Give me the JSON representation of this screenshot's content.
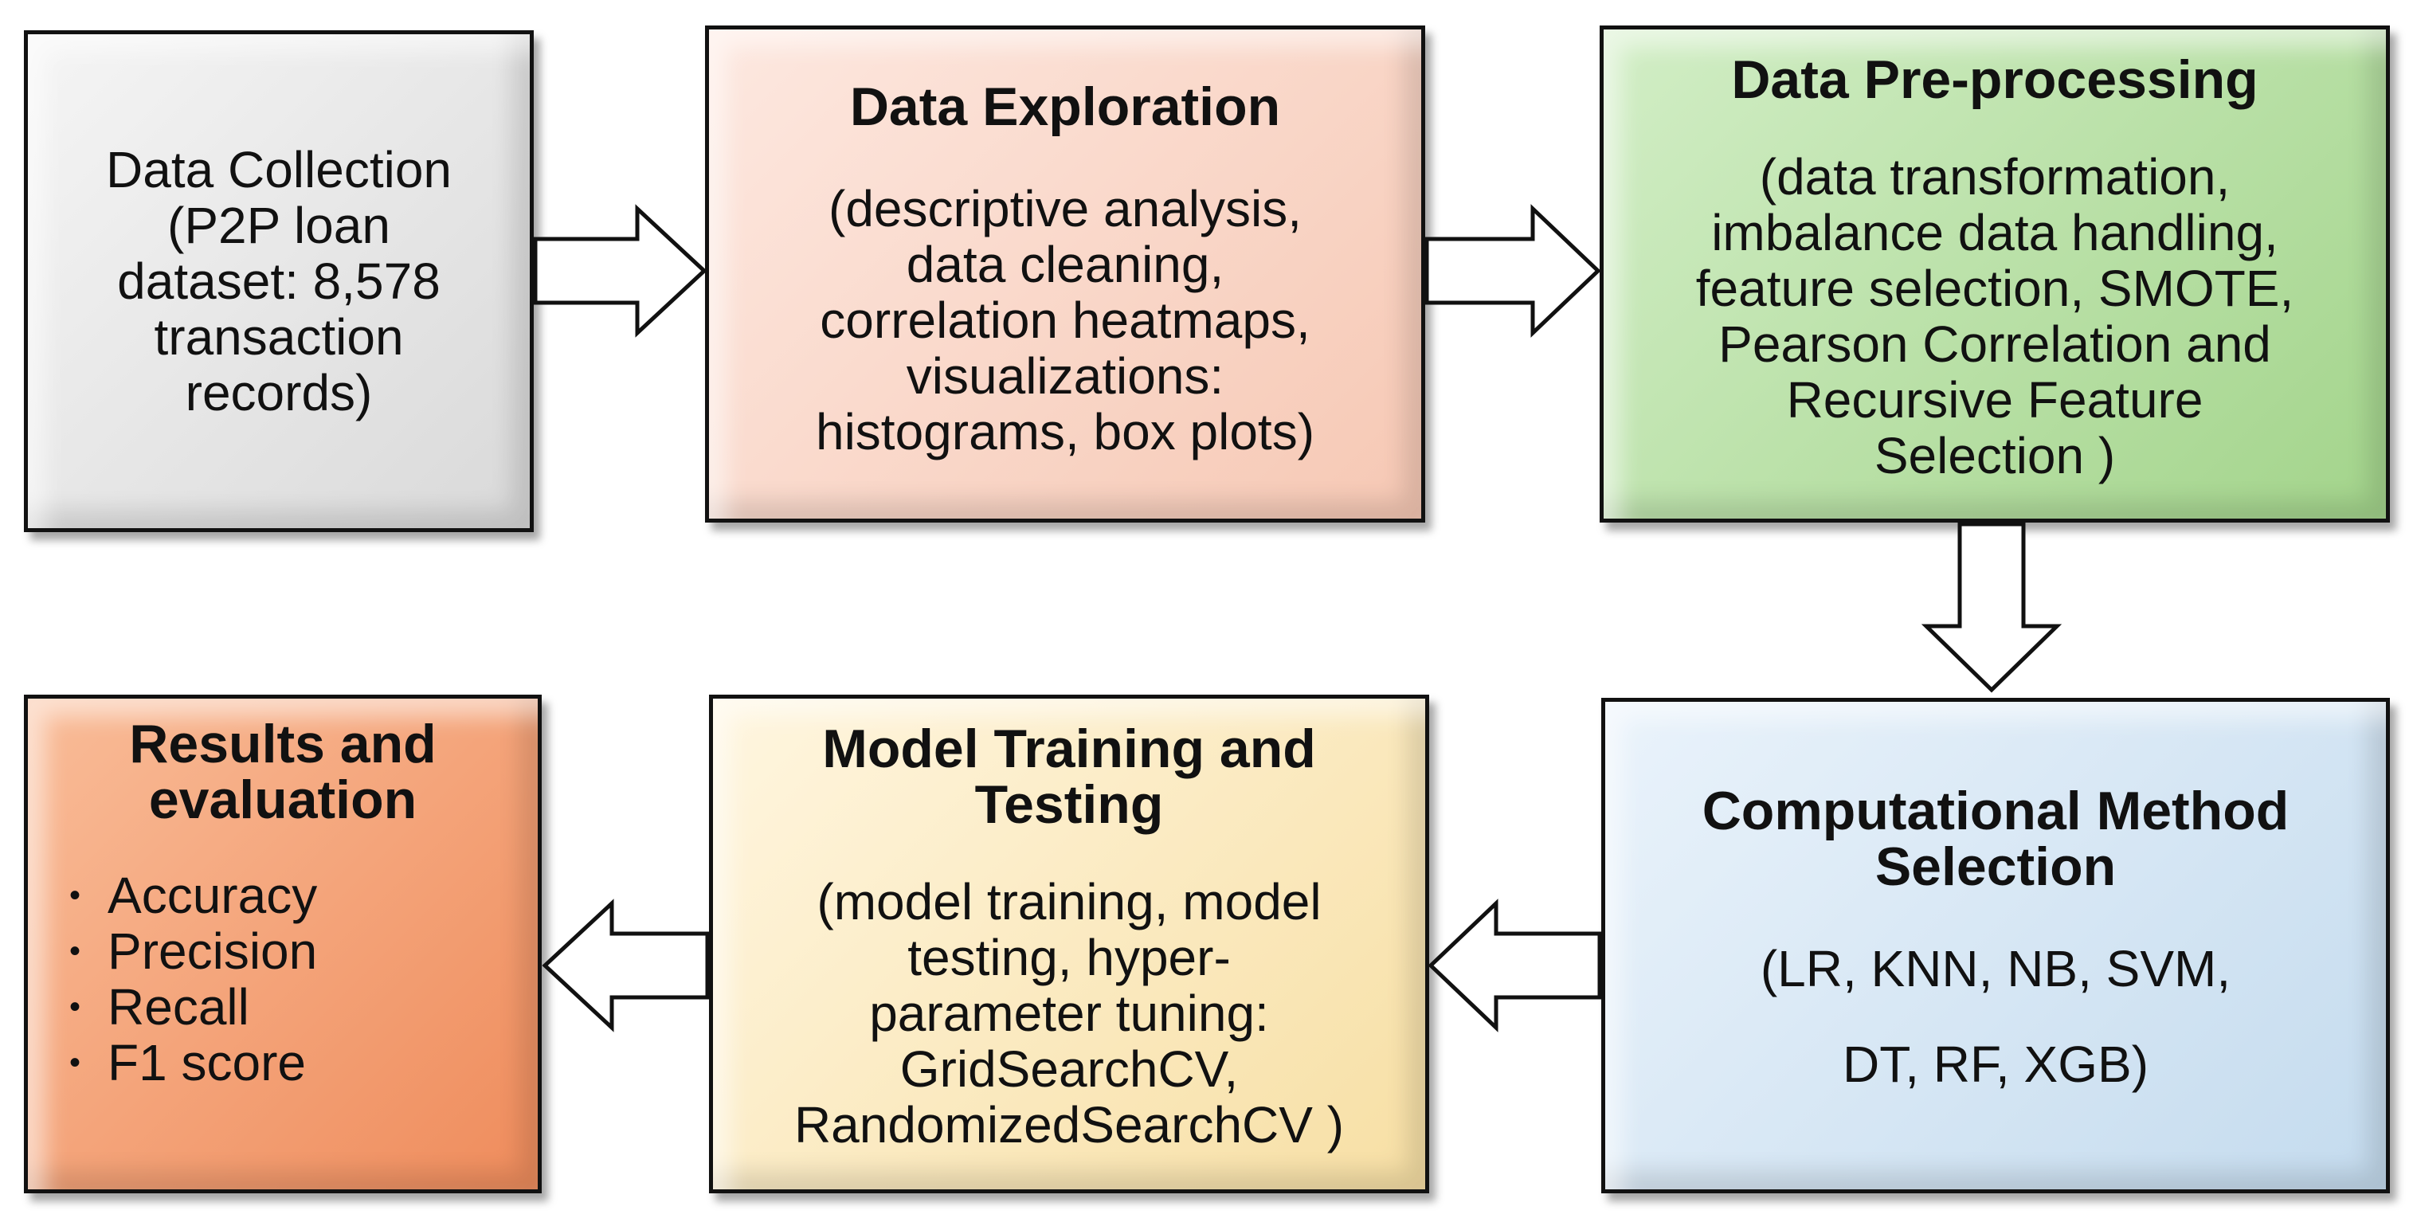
{
  "boxes": {
    "collection": {
      "lines": [
        "Data Collection",
        "(P2P loan",
        "dataset: 8,578",
        "transaction",
        "records)"
      ]
    },
    "exploration": {
      "title": "Data Exploration",
      "lines": [
        "(descriptive analysis,",
        "data cleaning,",
        "correlation heatmaps,",
        "visualizations:",
        "histograms, box plots)"
      ]
    },
    "preprocessing": {
      "title": "Data Pre-processing",
      "lines": [
        "(data transformation,",
        "imbalance data handling,",
        "feature selection, SMOTE,",
        "Pearson Correlation  and",
        "Recursive Feature",
        "Selection )"
      ]
    },
    "method": {
      "title_lines": [
        "Computational Method",
        "Selection"
      ],
      "lines": [
        "(LR, KNN, NB, SVM,",
        "DT, RF, XGB)"
      ]
    },
    "training": {
      "title_lines": [
        "Model Training and",
        "Testing"
      ],
      "lines": [
        "(model training, model",
        "testing, hyper-",
        "parameter tuning:",
        "GridSearchCV,",
        "RandomizedSearchCV )"
      ]
    },
    "results": {
      "title_lines": [
        "Results and",
        "evaluation"
      ],
      "bullet": "•",
      "items": [
        "Accuracy",
        "Precision",
        "Recall",
        "F1 score"
      ]
    }
  },
  "colors": {
    "collection": "#d9d9d9",
    "exploration": "#f6c8b4",
    "preprocessing": "#a3d48b",
    "method": "#c4dbee",
    "training": "#f7dfa4",
    "results": "#ef8c5c",
    "border": "#111111"
  }
}
